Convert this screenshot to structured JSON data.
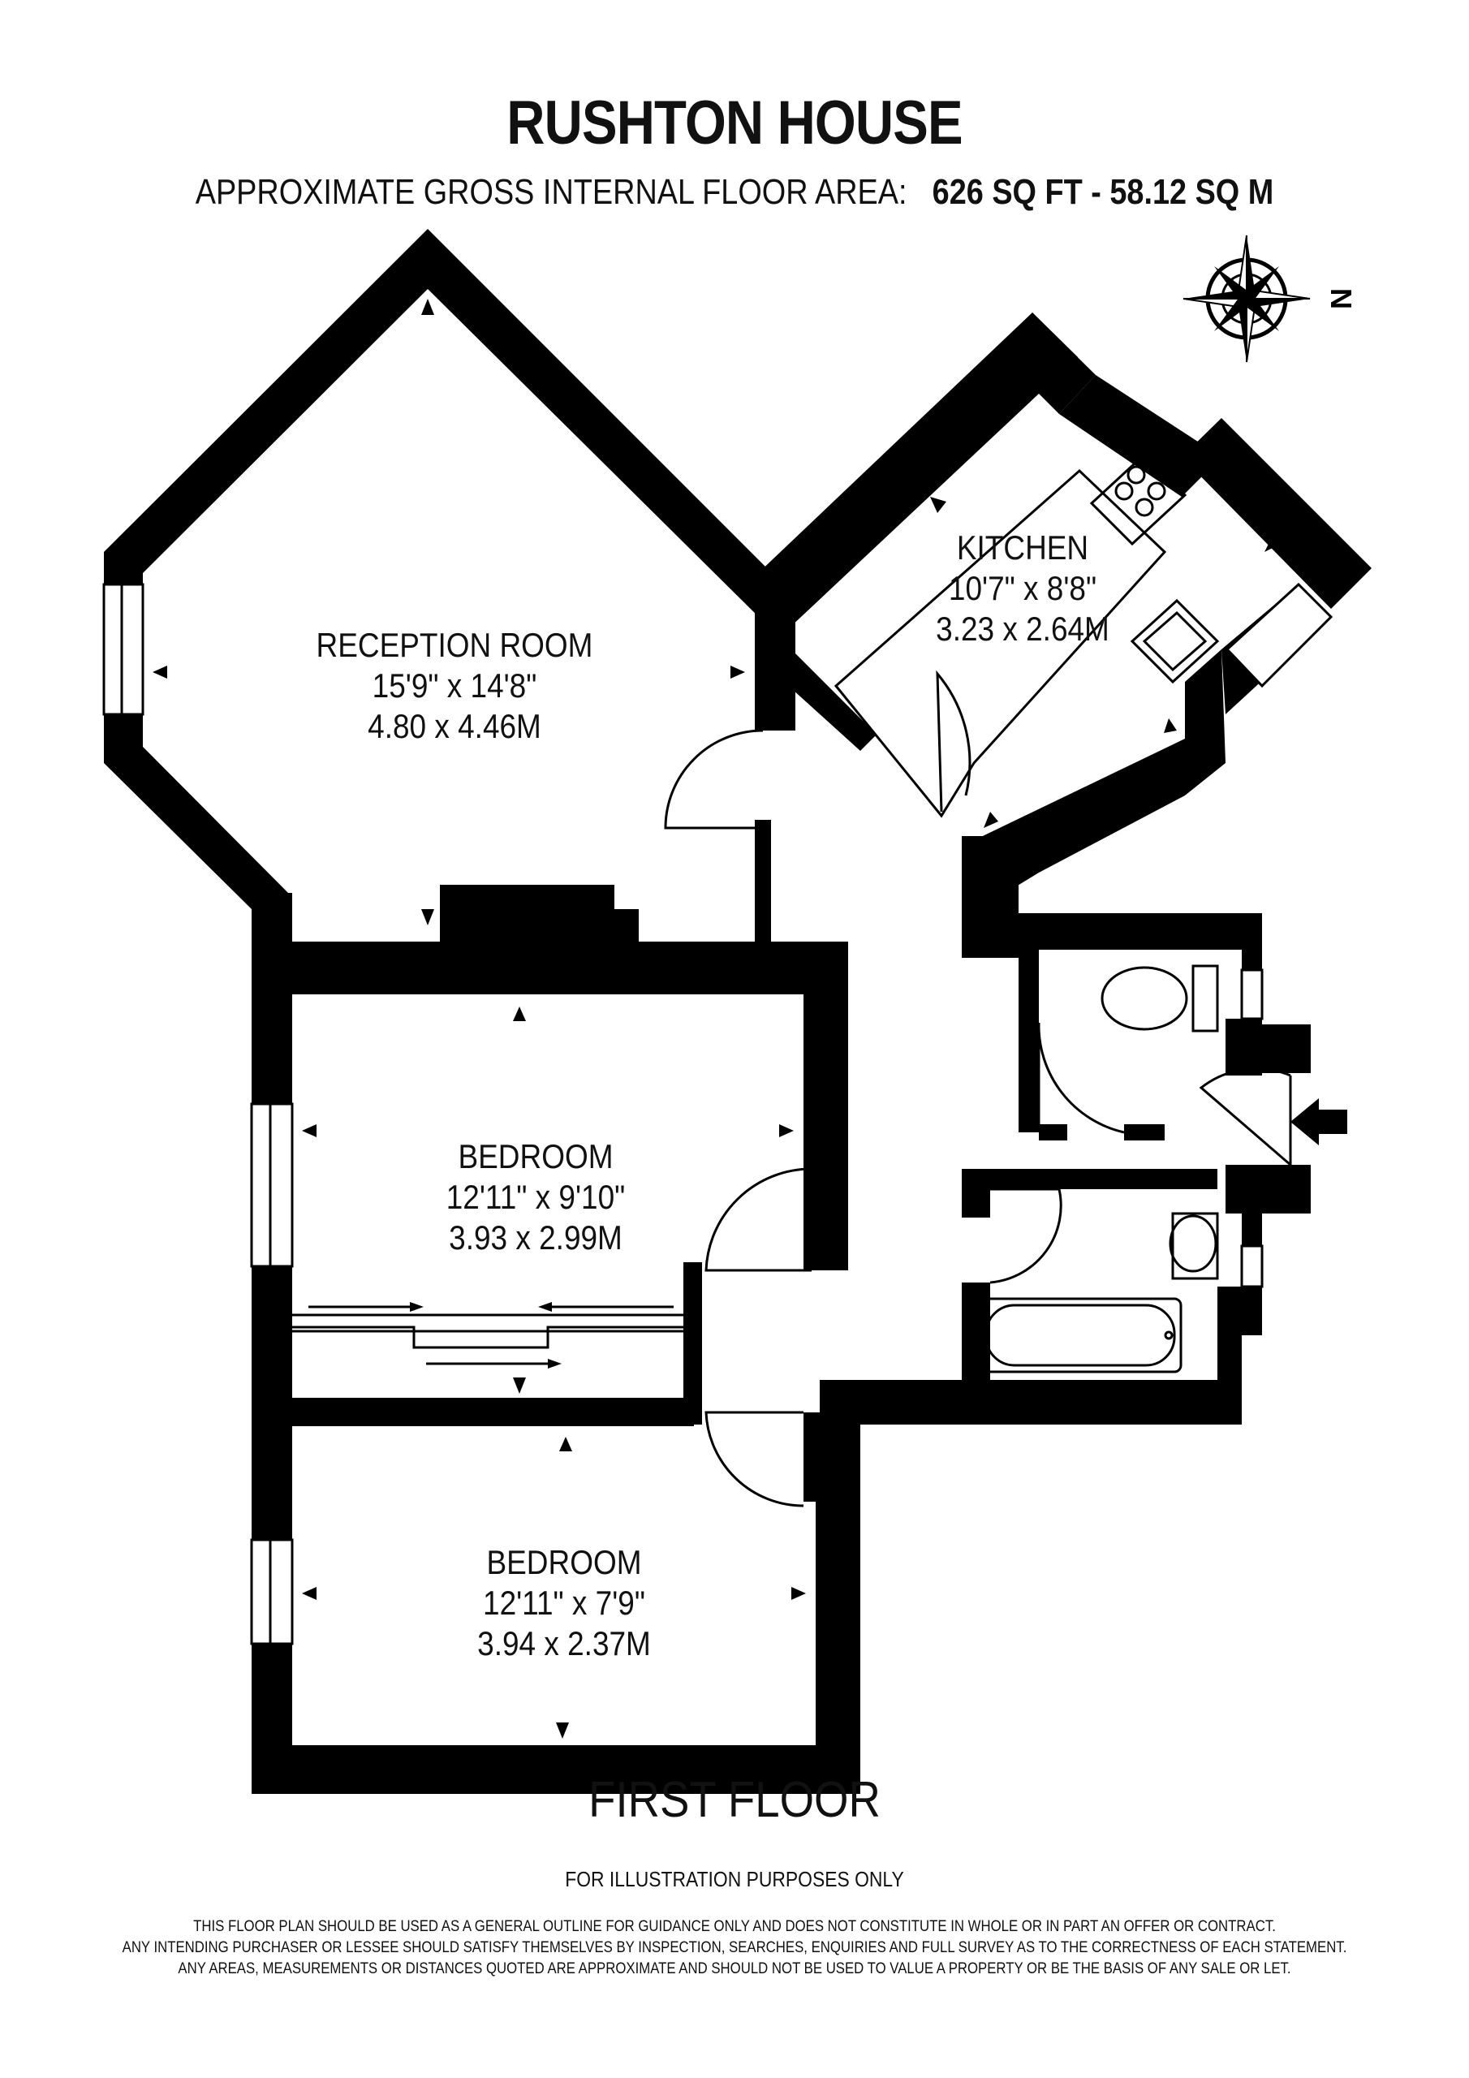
{
  "header": {
    "title": "RUSHTON HOUSE",
    "area_label": "APPROXIMATE GROSS INTERNAL FLOOR AREA:",
    "area_value": "626 SQ FT  -  58.12 SQ M"
  },
  "compass": {
    "north_label": "N",
    "icon": "compass-rose-icon"
  },
  "rooms": [
    {
      "name": "RECEPTION ROOM",
      "imperial": "15'9\" x 14'8\"",
      "metric": "4.80 x 4.46M"
    },
    {
      "name": "KITCHEN",
      "imperial": "10'7\" x 8'8\"",
      "metric": "3.23 x 2.64M"
    },
    {
      "name": "BEDROOM",
      "imperial": "12'11\" x 9'10\"",
      "metric": "3.93 x 2.99M"
    },
    {
      "name": "BEDROOM",
      "imperial": "12'11\" x 7'9\"",
      "metric": "3.94 x 2.37M"
    }
  ],
  "floor_label": "FIRST FLOOR",
  "illustration_note": "FOR ILLUSTRATION PURPOSES ONLY",
  "disclaimer": [
    "THIS FLOOR PLAN SHOULD BE USED AS A GENERAL OUTLINE FOR GUIDANCE ONLY AND DOES NOT CONSTITUTE IN WHOLE OR IN PART AN OFFER OR CONTRACT.",
    "ANY INTENDING PURCHASER OR LESSEE SHOULD SATISFY THEMSELVES BY INSPECTION, SEARCHES, ENQUIRIES AND FULL SURVEY AS TO THE CORRECTNESS OF EACH STATEMENT.",
    "ANY AREAS, MEASUREMENTS OR DISTANCES QUOTED ARE APPROXIMATE AND SHOULD NOT BE USED TO VALUE A PROPERTY OR BE THE BASIS OF ANY SALE OR LET."
  ]
}
